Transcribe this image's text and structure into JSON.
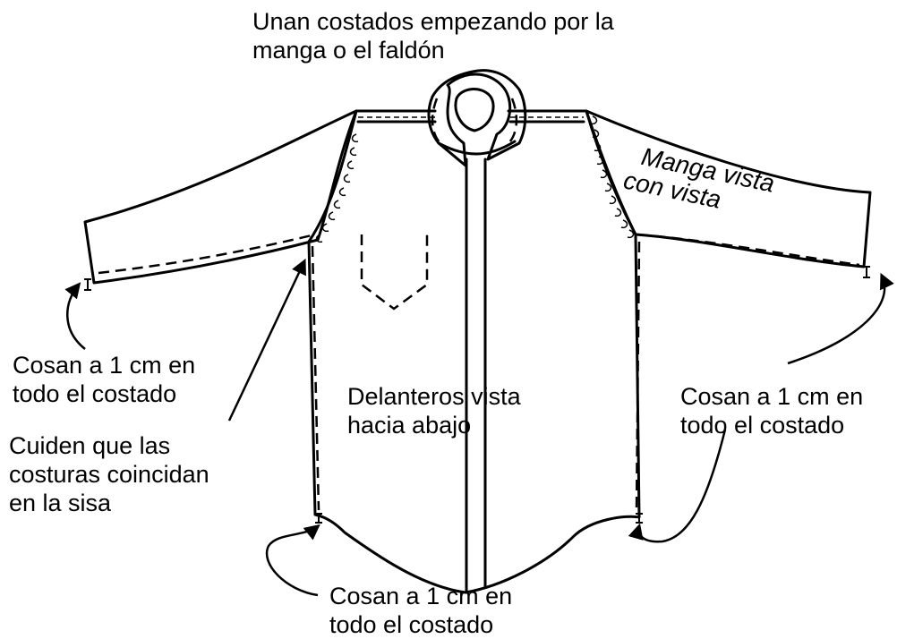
{
  "labels": {
    "top": [
      "Unan costados empezando por la",
      "manga o el faldón"
    ],
    "sleeve_text": [
      "Manga vista",
      "con vista"
    ],
    "left_sew": [
      "Cosan a 1 cm en",
      "todo el costado"
    ],
    "left_care": [
      "Cuiden que las",
      "costuras coincidan",
      "en la sisa"
    ],
    "front": [
      "Delanteros vista",
      "hacia abajo"
    ],
    "right_sew": [
      "Cosan a 1 cm en",
      "todo el costado"
    ],
    "bottom_sew": [
      "Cosan a 1 cm en",
      "todo el costado"
    ]
  }
}
